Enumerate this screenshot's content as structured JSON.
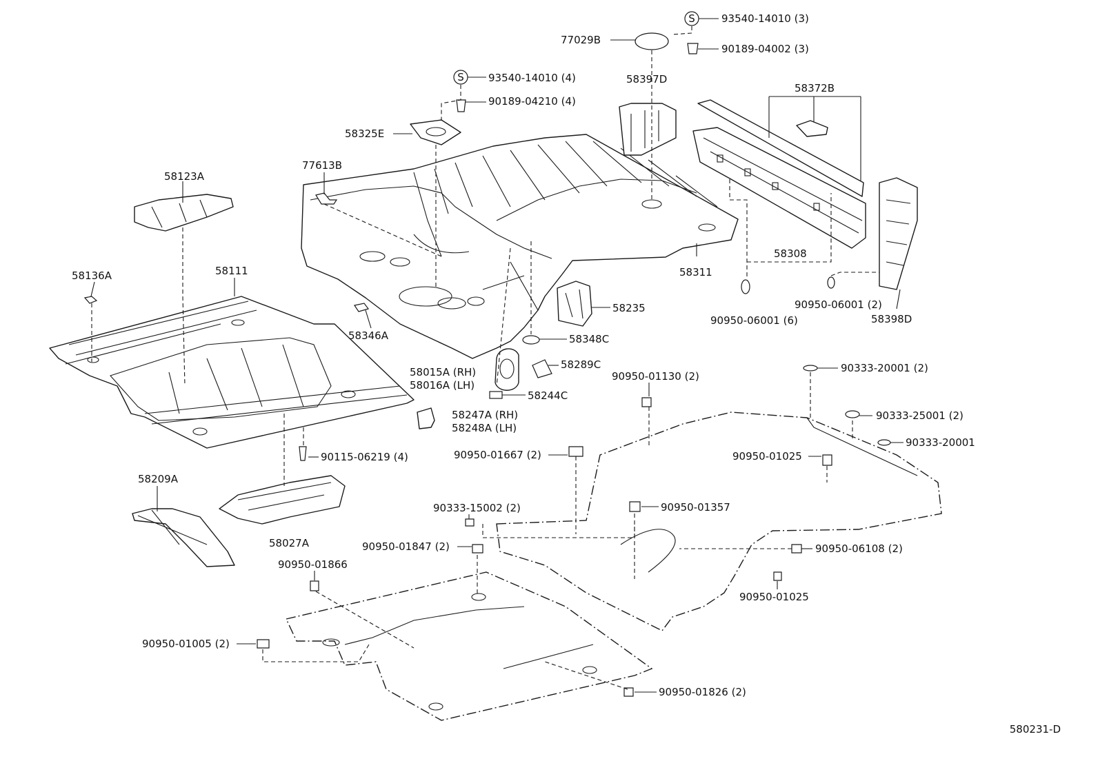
{
  "diagram_code": "580231-D",
  "symbol_s": "S",
  "labels": {
    "p93540_14010_3": "93540-14010 (3)",
    "p77029B": "77029B",
    "p90189_04002_3": "90189-04002 (3)",
    "p93540_14010_4": "93540-14010 (4)",
    "p90189_04210_4": "90189-04210 (4)",
    "p58397D": "58397D",
    "p58372B": "58372B",
    "p58325E": "58325E",
    "p77613B": "77613B",
    "p58123A": "58123A",
    "p58136A": "58136A",
    "p58111": "58111",
    "p58346A": "58346A",
    "p58235": "58235",
    "p58308": "58308",
    "p58311": "58311",
    "p90950_06001_6": "90950-06001 (6)",
    "p90950_06001_2": "90950-06001 (2)",
    "p58398D": "58398D",
    "p58348C": "58348C",
    "p58015A": "58015A (RH)",
    "p58016A": "58016A (LH)",
    "p58289C": "58289C",
    "p58244C": "58244C",
    "p58247A": "58247A (RH)",
    "p58248A": "58248A (LH)",
    "p90950_01130_2": "90950-01130 (2)",
    "p90333_20001_2": "90333-20001 (2)",
    "p90333_25001_2": "90333-25001 (2)",
    "p90333_20001": "90333-20001",
    "p90115_06219_4": "90115-06219 (4)",
    "p90950_01667_2": "90950-01667 (2)",
    "p90950_01025_a": "90950-01025",
    "p58209A": "58209A",
    "p90950_01357": "90950-01357",
    "p58027A": "58027A",
    "p90333_15002_2": "90333-15002 (2)",
    "p90950_01847_2": "90950-01847 (2)",
    "p90950_06108_2": "90950-06108 (2)",
    "p90950_01866": "90950-01866",
    "p90950_01025_b": "90950-01025",
    "p90950_01005_2": "90950-01005 (2)",
    "p90950_01826_2": "90950-01826 (2)"
  }
}
